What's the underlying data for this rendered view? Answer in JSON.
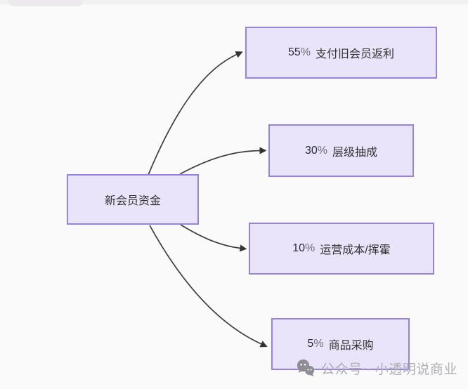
{
  "diagram": {
    "type": "fund-flow",
    "source_node": {
      "label": "新会员资金"
    },
    "allocation_nodes": [
      {
        "value": "55",
        "pct": "%",
        "label": "支付旧会员返利"
      },
      {
        "value": "30",
        "pct": "%",
        "label": "层级抽成"
      },
      {
        "value": "10",
        "pct": "%",
        "label": "运营成本/挥霍"
      },
      {
        "value": "5",
        "pct": "%",
        "label": "商品采购"
      }
    ],
    "edges": [
      {
        "from": "新会员资金",
        "to": "55% 支付旧会员返利"
      },
      {
        "from": "新会员资金",
        "to": "30% 层级抽成"
      },
      {
        "from": "新会员资金",
        "to": "10% 运营成本/挥霍"
      },
      {
        "from": "新会员资金",
        "to": "5% 商品采购"
      }
    ],
    "colors": {
      "background": "#fafafa",
      "node_fill": "#e9e4f9",
      "node_border": "#9583dd",
      "arrow": "#3c3c3c",
      "percent_text": "#6f6f78",
      "node_text": "#333333",
      "watermark_text": "#b1afb5"
    }
  },
  "watermark": {
    "icon": "wechat-icon",
    "text": "公众号 · 小透明说商业"
  }
}
